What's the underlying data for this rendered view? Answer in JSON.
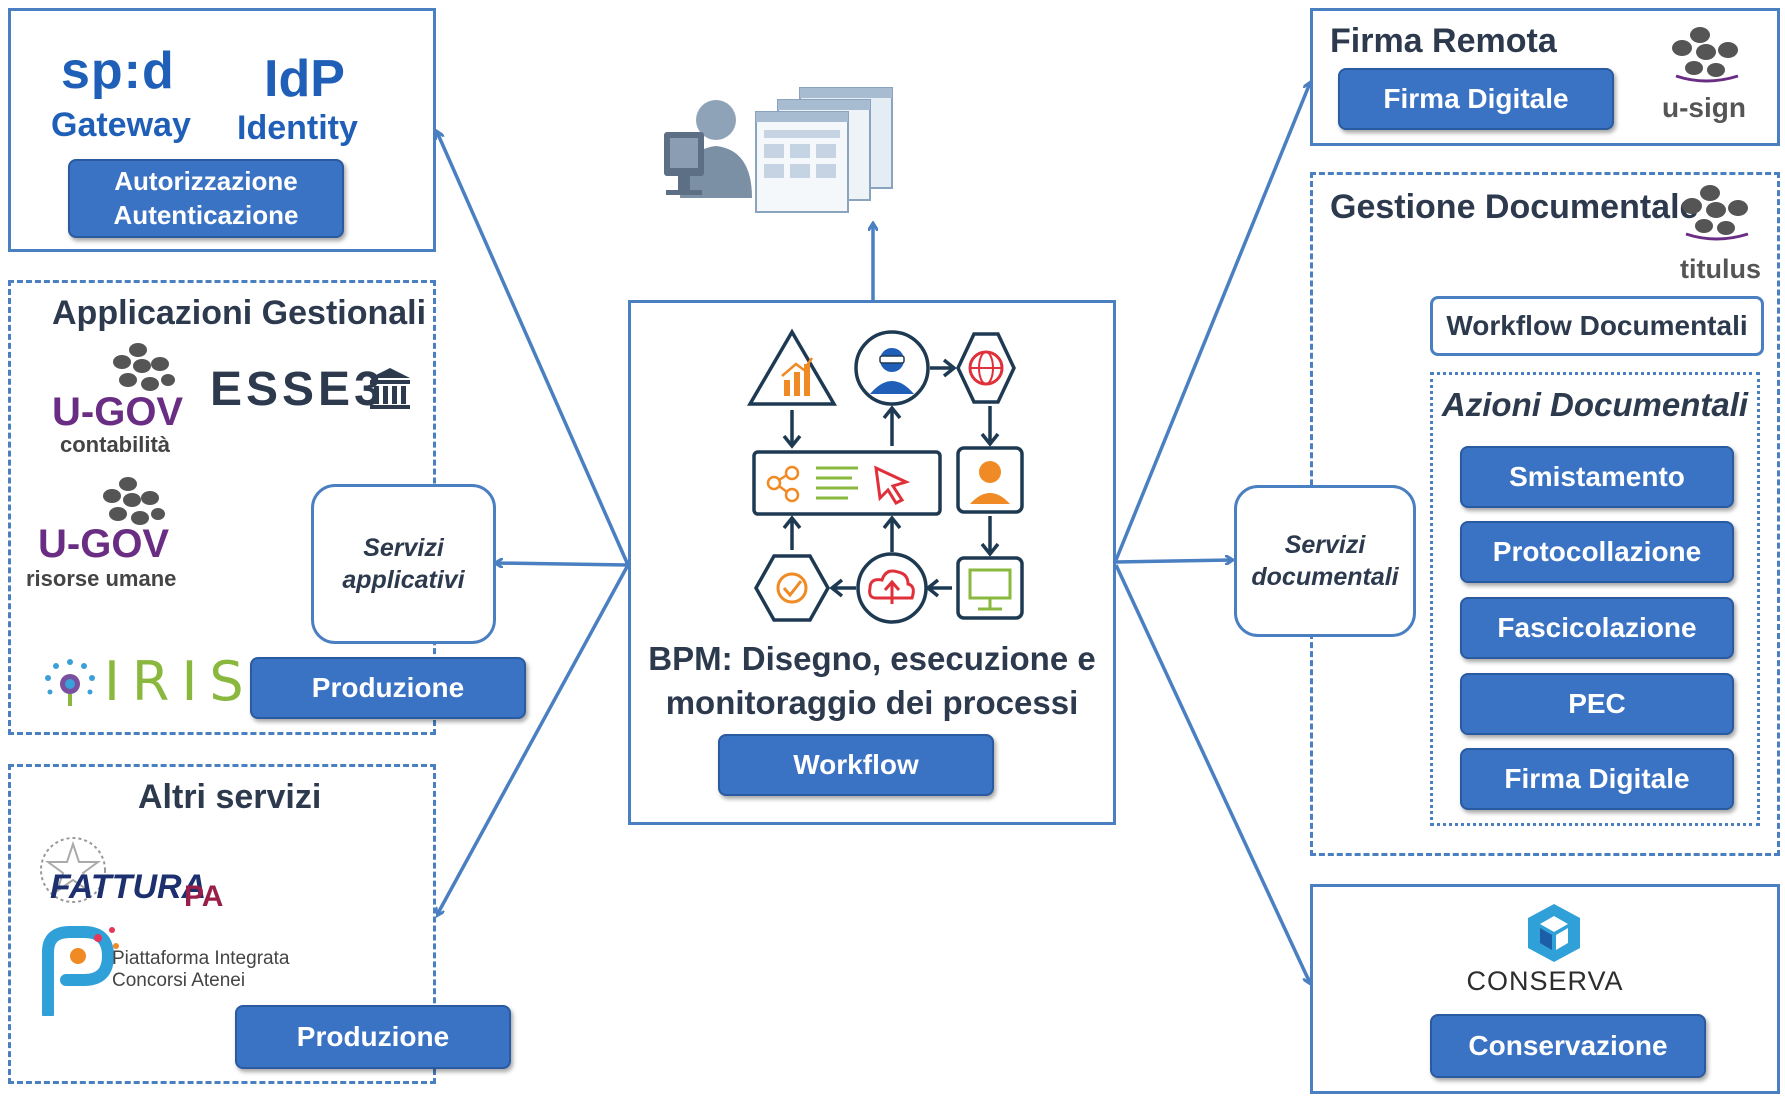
{
  "colors": {
    "primary": "#3a72c4",
    "border": "#4a7fc1",
    "text": "#2d3a4e",
    "spid_blue": "#1f5fb8",
    "esse3_red": "#c0272d",
    "ugov_purple": "#6a2d84"
  },
  "left": {
    "auth": {
      "spid_logo": "sp:d",
      "spid_sub": "Gateway",
      "idp_logo": "IdP",
      "idp_sub": "Identity",
      "button": "Autorizzazione Autenticazione"
    },
    "gestionali": {
      "title": "Applicazioni Gestionali",
      "ugov_cont": {
        "logo": "U-GOV",
        "sub": "contabilità"
      },
      "esse3": "ESSE3",
      "ugov_ru": {
        "logo": "U-GOV",
        "sub": "risorse umane"
      },
      "iris": "IRIS",
      "bubble": "Servizi applicativi",
      "button": "Produzione"
    },
    "altri": {
      "title": "Altri servizi",
      "fattura": {
        "line1": "FATTURA",
        "line2": "PA"
      },
      "pica": {
        "line1": "Piattaforma Integrata",
        "line2": "Concorsi Atenei"
      },
      "button": "Produzione"
    }
  },
  "center": {
    "title_line1": "BPM: Disegno, esecuzione e",
    "title_line2": "monitoraggio dei processi",
    "button": "Workflow",
    "icons": [
      "warning-chart-icon",
      "user-avatar-icon",
      "globe-icon",
      "share-list-cursor-icon",
      "person-card-icon",
      "check-hexagon-icon",
      "cloud-upload-icon",
      "monitor-icon"
    ]
  },
  "right": {
    "firma_remota": {
      "title": "Firma Remota",
      "button": "Firma Digitale",
      "logo": "u-sign"
    },
    "gestione": {
      "title": "Gestione Documentale",
      "logo": "titulus",
      "workflow": "Workflow Documentali",
      "azioni_title": "Azioni Documentali",
      "azioni": [
        "Smistamento",
        "Protocollazione",
        "Fascicolazione",
        "PEC",
        "Firma Digitale"
      ]
    },
    "bubble": "Servizi documentali",
    "conserva": {
      "logo": "CONSERVA",
      "button": "Conservazione"
    }
  }
}
